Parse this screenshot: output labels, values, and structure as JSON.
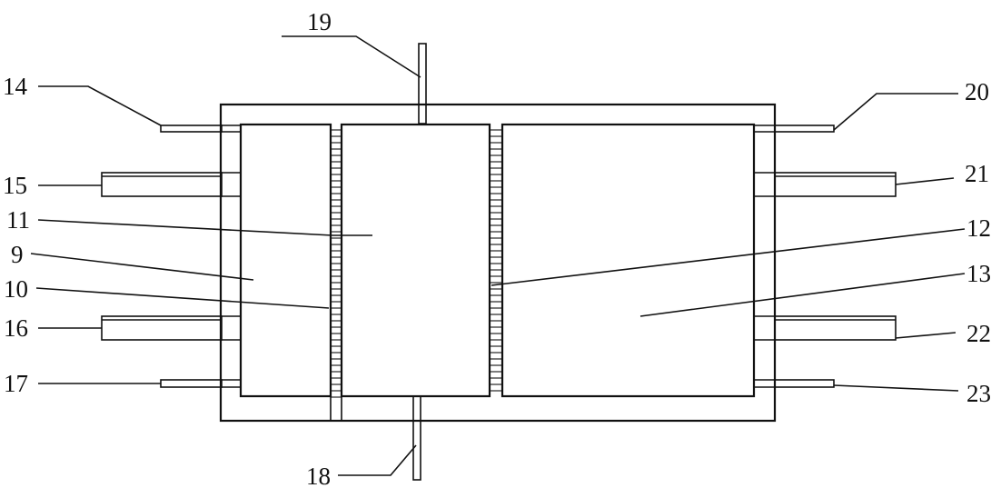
{
  "labels": {
    "l9": "9",
    "l10": "10",
    "l11": "11",
    "l12": "12",
    "l13": "13",
    "l14": "14",
    "l15": "15",
    "l16": "16",
    "l17": "17",
    "l18": "18",
    "l19": "19",
    "l20": "20",
    "l21": "21",
    "l22": "22",
    "l23": "23"
  }
}
